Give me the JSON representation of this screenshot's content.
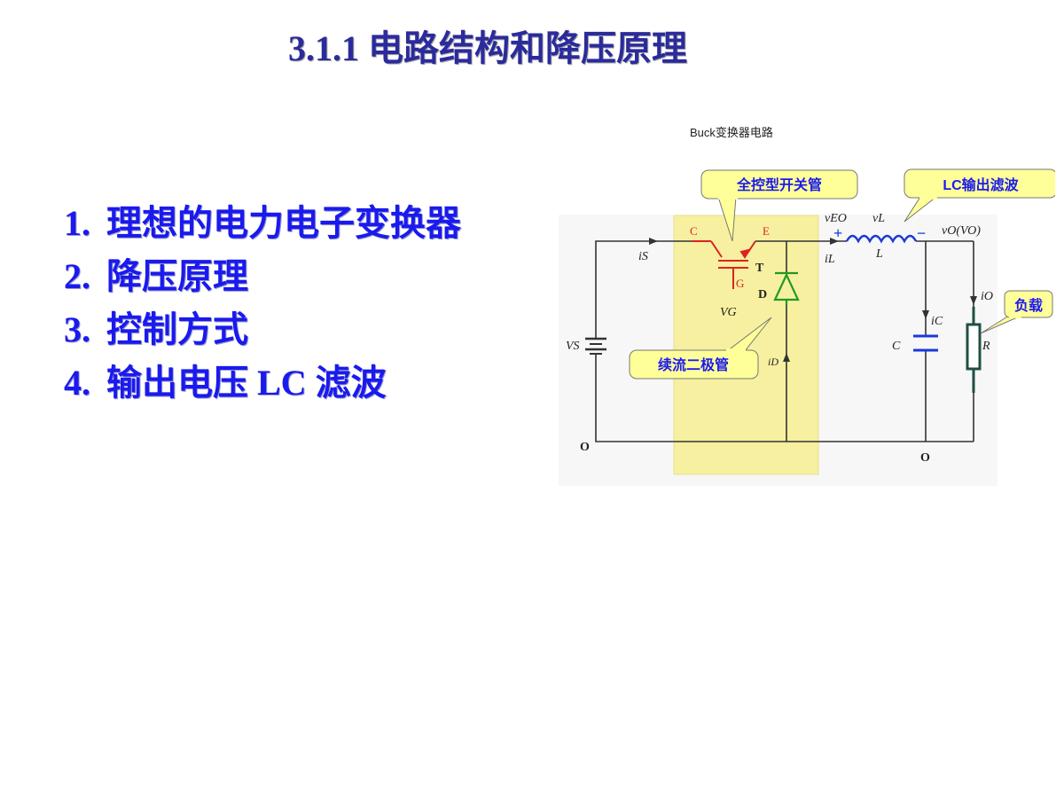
{
  "slide": {
    "title": "3.1.1  电路结构和降压原理",
    "items": [
      {
        "num": "1.",
        "text": "理想的电力电子变换器"
      },
      {
        "num": "2.",
        "text": "降压原理"
      },
      {
        "num": "3.",
        "text": "控制方式"
      },
      {
        "num": "4.",
        "text": "输出电压 LC 滤波"
      }
    ]
  },
  "diagram": {
    "caption": "Buck变换器电路",
    "callouts": {
      "switch": "全控型开关管",
      "lc": "LC输出滤波",
      "load": "负载",
      "diode": "续流二极管"
    },
    "labels": {
      "c": "C",
      "e": "E",
      "g": "G",
      "t": "T",
      "d": "D",
      "vg": "VG",
      "vs": "VS",
      "is": "iS",
      "id": "iD",
      "il": "iL",
      "veo": "vEO",
      "vl": "vL",
      "l": "L",
      "vo": "vO(VO)",
      "io": "iO",
      "ic": "iC",
      "cap": "C",
      "r": "R",
      "plus": "+",
      "minus": "−",
      "o_left": "O",
      "o_right": "O"
    },
    "colors": {
      "highlight": "#f6f0a0",
      "igbt": "#dd2222",
      "diode": "#229922",
      "capacitor": "#1a3ad8",
      "resistor": "#1f4f44",
      "callout_fill": "#ffff99",
      "callout_text": "#1a1aee"
    }
  }
}
